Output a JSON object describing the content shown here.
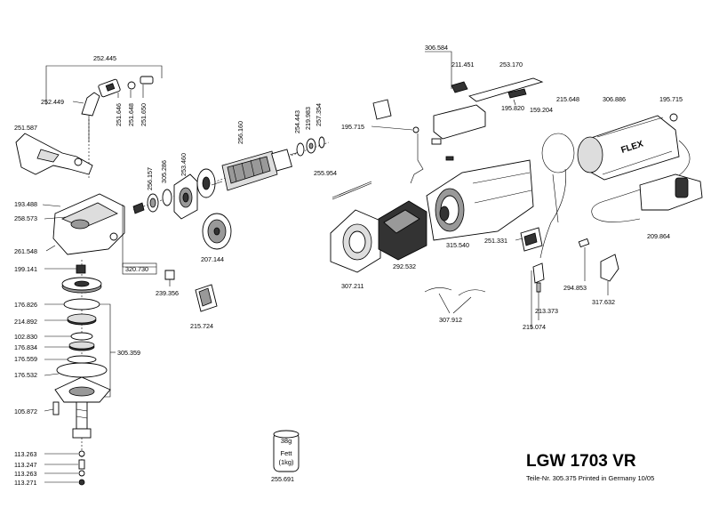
{
  "title": "LGW 1703 VR",
  "subtitle": "Teile-Nr. 305.375 Printed in Germany 10/05",
  "grease": {
    "amount": "38g",
    "type": "Fett",
    "weight": "(1kg)",
    "part": "255.691"
  },
  "parts": {
    "p252_445": "252.445",
    "p252_449": "252.449",
    "p251_646": "251.646",
    "p251_648": "251.648",
    "p251_650": "251.650",
    "p251_587": "251.587",
    "p193_488": "193.488",
    "p258_573": "258.573",
    "p261_548": "261.548",
    "p199_141": "199.141",
    "p320_730": "320.730",
    "p239_356": "239.356",
    "p176_826": "176.826",
    "p214_892": "214.892",
    "p102_830": "102.830",
    "p176_834": "176.834",
    "p176_559": "176.559",
    "p305_359": "305.359",
    "p176_532": "176.532",
    "p105_872": "105.872",
    "p113_263a": "113.263",
    "p113_247": "113.247",
    "p113_263b": "113.263",
    "p113_271": "113.271",
    "p256_157": "256.157",
    "p305_286": "305.286",
    "p253_460": "253.460",
    "p256_160": "256.160",
    "p254_443": "254.443",
    "p219_983": "219.983",
    "p257_354": "257.354",
    "p207_144": "207.144",
    "p215_724": "215.724",
    "p306_584": "306.584",
    "p211_451": "211.451",
    "p253_170": "253.170",
    "p195_715a": "195.715",
    "p195_820": "195.820",
    "p255_954": "255.954",
    "p307_211": "307.211",
    "p292_532": "292.532",
    "p315_540": "315.540",
    "p307_912": "307.912",
    "p215_648": "215.648",
    "p306_886": "306.886",
    "p195_715b": "195.715",
    "p159_204": "159.204",
    "p209_864": "209.864",
    "p251_331": "251.331",
    "p294_853": "294.853",
    "p317_632": "317.632",
    "p213_373": "213.373",
    "p215_074": "215.074"
  },
  "brand_mark": "FLEX"
}
